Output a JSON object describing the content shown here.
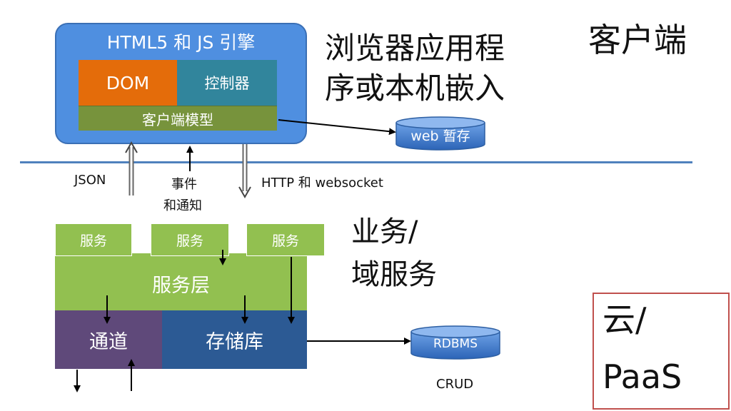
{
  "client_box": {
    "title": "HTML5 和 JS 引擎",
    "dom": "DOM",
    "controller": "控制器",
    "client_model": "客户端模型"
  },
  "web_storage": "web 暂存",
  "labels": {
    "client": "客户端",
    "browser_app": [
      "浏览器应用程",
      "序或本机嵌入"
    ],
    "json": "JSON",
    "events": [
      "事件",
      "和通知"
    ],
    "http": "HTTP 和 websocket",
    "business": [
      "业务/",
      "域服务"
    ],
    "crud": "CRUD",
    "cloud": [
      "云/",
      "PaaS"
    ]
  },
  "services": [
    "服务",
    "服务",
    "服务"
  ],
  "service_layer": "服务层",
  "channel": "通道",
  "repository": "存储库",
  "rdbms": "RDBMS",
  "colors": {
    "client_box_fill": "#4f8fe0",
    "dom_fill": "#e46c0a",
    "controller_fill": "#31859c",
    "model_fill": "#77933c",
    "service_fill": "#92c050",
    "channel_fill": "#5f497a",
    "repository_fill": "#2c5a94",
    "divider": "#4f81bd",
    "cloud_border": "#c0504d"
  }
}
